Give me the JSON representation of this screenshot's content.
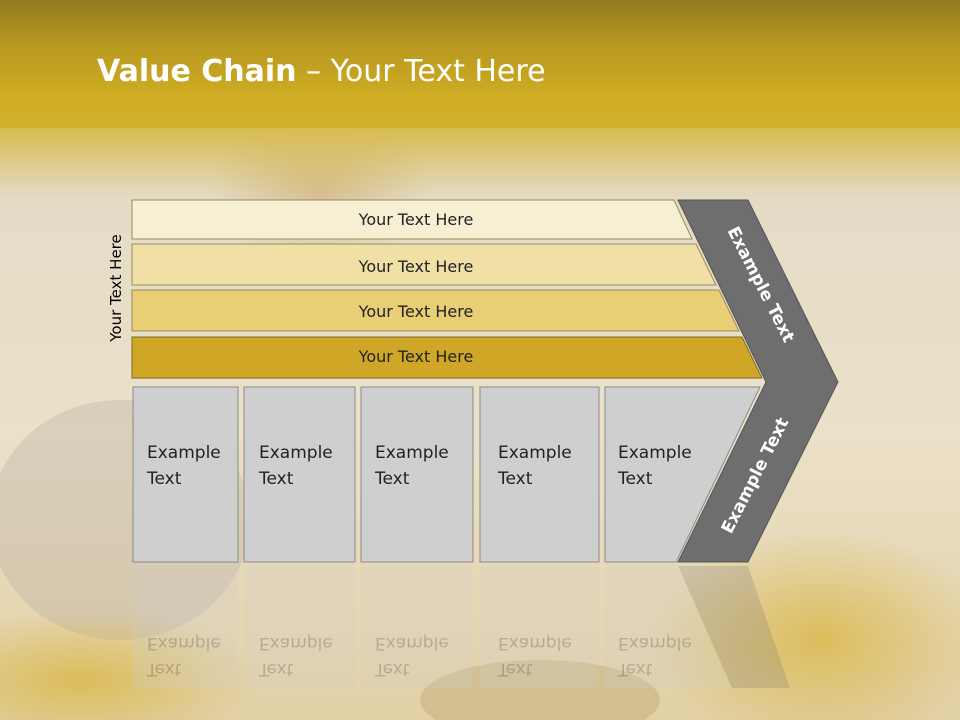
{
  "slide": {
    "title_bold": "Value Chain",
    "title_rest": " – Your Text Here",
    "side_label": "Your Text Here"
  },
  "bars": [
    {
      "label": "Your Text Here",
      "color": "#f7efd3"
    },
    {
      "label": "Your Text Here",
      "color": "#f0e0a6"
    },
    {
      "label": "Your Text Here",
      "color": "#e8ce74"
    },
    {
      "label": "Your Text Here",
      "color": "#cfa626"
    }
  ],
  "boxes": [
    {
      "line1": "Example",
      "line2": "Text"
    },
    {
      "line1": "Example",
      "line2": "Text"
    },
    {
      "line1": "Example",
      "line2": "Text"
    },
    {
      "line1": "Example",
      "line2": "Text"
    },
    {
      "line1": "Example",
      "line2": "Text"
    }
  ],
  "chevron": {
    "top_label": "Example Text",
    "bottom_label": "Example Text",
    "color": "#6e6e6e"
  },
  "box_color": "#cfcfcf"
}
